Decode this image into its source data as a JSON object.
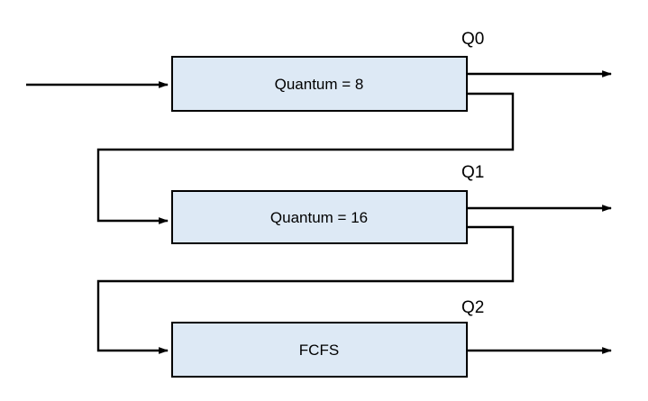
{
  "diagram": {
    "queues": [
      {
        "label": "Q0",
        "box_text": "Quantum = 8"
      },
      {
        "label": "Q1",
        "box_text": "Quantum = 16"
      },
      {
        "label": "Q2",
        "box_text": "FCFS"
      }
    ],
    "colors": {
      "background": "#ffffff",
      "box_fill": "#dde9f5",
      "box_border": "#000000",
      "arrow": "#000000",
      "text": "#000000"
    }
  }
}
